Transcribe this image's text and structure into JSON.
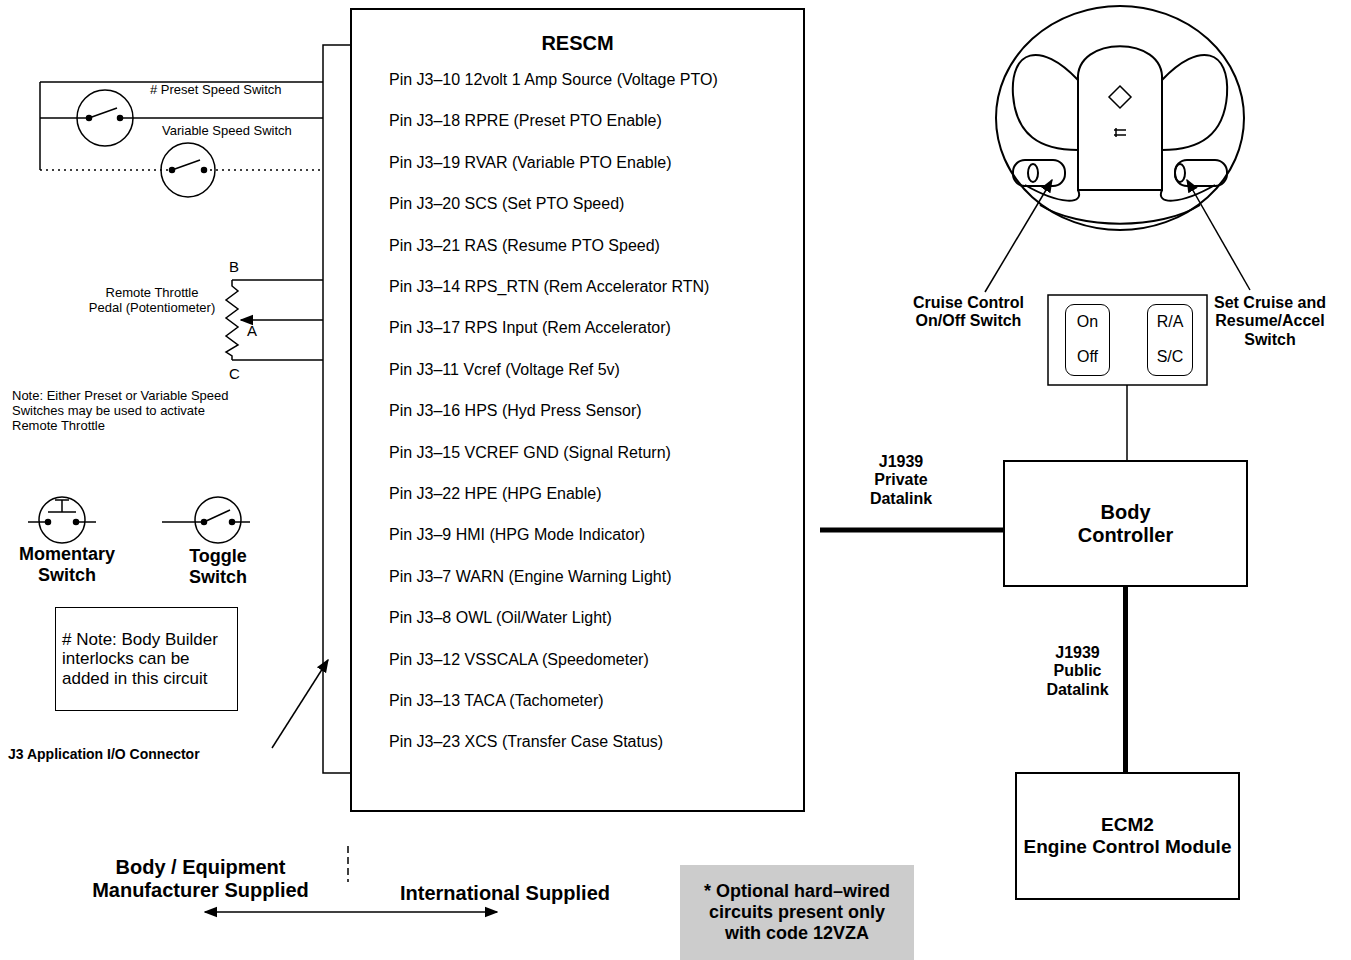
{
  "diagram": {
    "nodes": [
      {
        "text": [
          "RESCM",
          "Pin J3–10 12volt 1 Amp Source (Voltage PTO)",
          "Pin J3–18 RPRE (Preset PTO Enable)",
          "Pin J3–19 RVAR (Variable PTO Enable)",
          "Pin J3–20 SCS (Set PTO Speed)",
          "Pin J3–21 RAS (Resume PTO Speed)",
          "Pin J3–14 RPS_RTN (Rem Accelerator RTN)",
          "Pin J3–17 RPS Input (Rem Accelerator)",
          "Pin J3–11 Vcref (Voltage Ref  5v)",
          "Pin J3–16 HPS (Hyd Press Sensor)",
          "Pin J3–15 VCREF GND (Signal Return)",
          "Pin J3–22 HPE (HPG Enable)",
          "Pin J3–9 HMI (HPG Mode Indicator)",
          "Pin J3–7 WARN (Engine Warning Light)",
          "Pin J3–8 OWL (Oil/Water Light)",
          "Pin J3–12 VSSCALA (Speedometer)",
          "Pin J3–13 TACA (Tachometer)",
          "Pin J3–23 XCS (Transfer Case Status)"
        ]
      },
      {
        "text": [
          "# Note: Body Builder interlocks can be added in this circuit"
        ]
      },
      {
        "text": [
          "On",
          "Off"
        ]
      },
      {
        "text": [
          "R/A",
          "S/C"
        ]
      },
      {
        "text": [
          "Body Controller"
        ]
      },
      {
        "text": [
          "ECM2",
          "Engine Control Module"
        ]
      },
      {
        "text": [
          "* Optional hard–wired circuits present only with code 12VZA"
        ]
      }
    ],
    "edges": [
      {
        "from": 4,
        "to": 5,
        "arrow": "none",
        "label": "J1939 Public Datalink"
      }
    ],
    "labels": [
      "# Preset Speed Switch",
      "Variable Speed Switch",
      "B",
      "Remote Throttle Pedal (Potentiometer)",
      "A",
      "C",
      "Note: Either Preset or Variable Speed Switches may be used to activate Remote Throttle",
      "Momentary Switch",
      "Toggle Switch",
      "J3 Application I/O Connector",
      "Body / Equipment Manufacturer Supplied",
      "International Supplied",
      "Cruise Control On/Off Switch",
      "Set Cruise and Resume/Accel Switch",
      "J1939 Private Datalink"
    ]
  }
}
